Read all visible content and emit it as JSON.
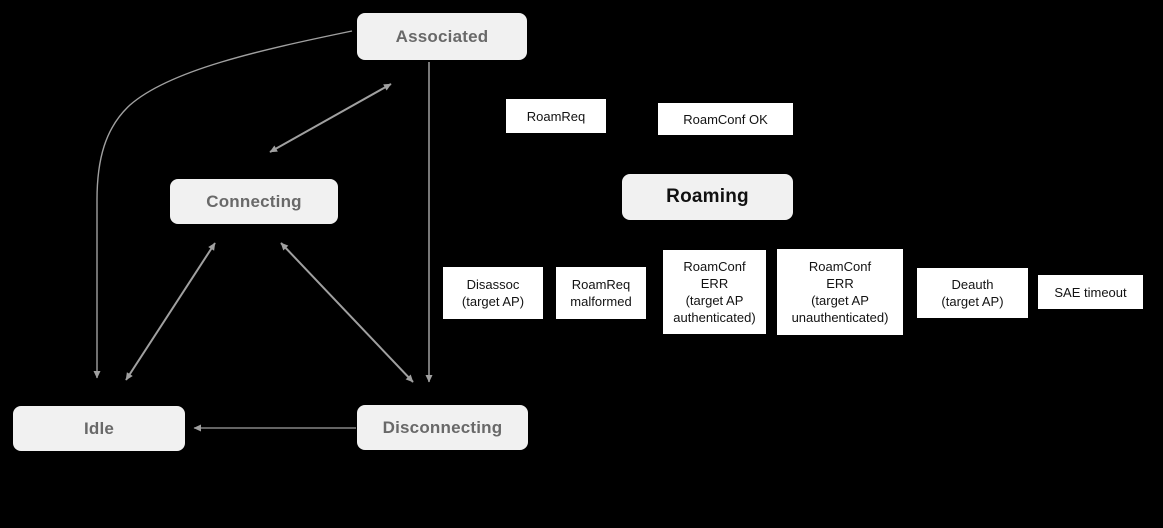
{
  "diagram": {
    "states": {
      "associated": {
        "label": "Associated"
      },
      "connecting": {
        "label": "Connecting"
      },
      "roaming": {
        "label": "Roaming"
      },
      "idle": {
        "label": "Idle"
      },
      "disconnecting": {
        "label": "Disconnecting"
      }
    },
    "events": {
      "roamreq": {
        "label": "RoamReq"
      },
      "roamconf_ok": {
        "label": "RoamConf OK"
      },
      "disassoc": {
        "label": "Disassoc\n(target AP)"
      },
      "roamreq_malformed": {
        "label": "RoamReq\nmalformed"
      },
      "roamconf_err_auth": {
        "label": "RoamConf\nERR\n(target AP\nauthenticated)"
      },
      "roamconf_err_unauth": {
        "label": "RoamConf\nERR\n(target AP\nunauthenticated)"
      },
      "deauth": {
        "label": "Deauth\n(target AP)"
      },
      "sae_timeout": {
        "label": "SAE timeout"
      }
    },
    "colors": {
      "background": "#000000",
      "state_fill": "#f1f1f1",
      "state_text": "#696969",
      "roaming_text": "#111111",
      "event_fill": "#ffffff",
      "event_text": "#131313",
      "arrow": "#a0a0a0"
    }
  }
}
